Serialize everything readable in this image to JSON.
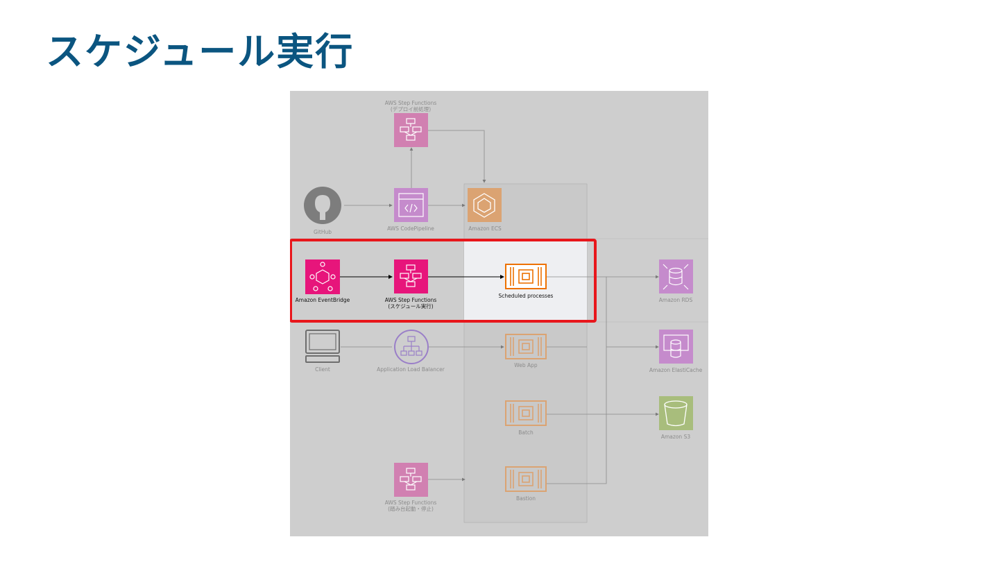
{
  "slide": {
    "title": "スケジュール実行"
  },
  "nodes": {
    "sfn_predeploy": "AWS Step Functions\n(デプロイ前処理)",
    "github": "GitHub",
    "codepipeline": "AWS CodePipeline",
    "ecs": "Amazon ECS",
    "eventbridge": "Amazon EventBridge",
    "sfn_schedule": "AWS Step Functions\n(スケジュール実行)",
    "scheduled": "Scheduled processes",
    "rds": "Amazon RDS",
    "client": "Client",
    "alb": "Application Load Balancer",
    "webapp": "Web App",
    "elasticache": "Amazon ElastiCache",
    "batch": "Batch",
    "s3": "Amazon S3",
    "bastion": "Bastion",
    "sfn_stop": "AWS Step Functions\n(踏み台起動・停止)"
  },
  "colors": {
    "title": "#0b5580",
    "highlight": "#e8161b",
    "step_functions": "#e7157b",
    "ecs_task": "#ed7100",
    "database": "#c925d1",
    "storage": "#7aa116",
    "alb": "#8c4fff"
  }
}
